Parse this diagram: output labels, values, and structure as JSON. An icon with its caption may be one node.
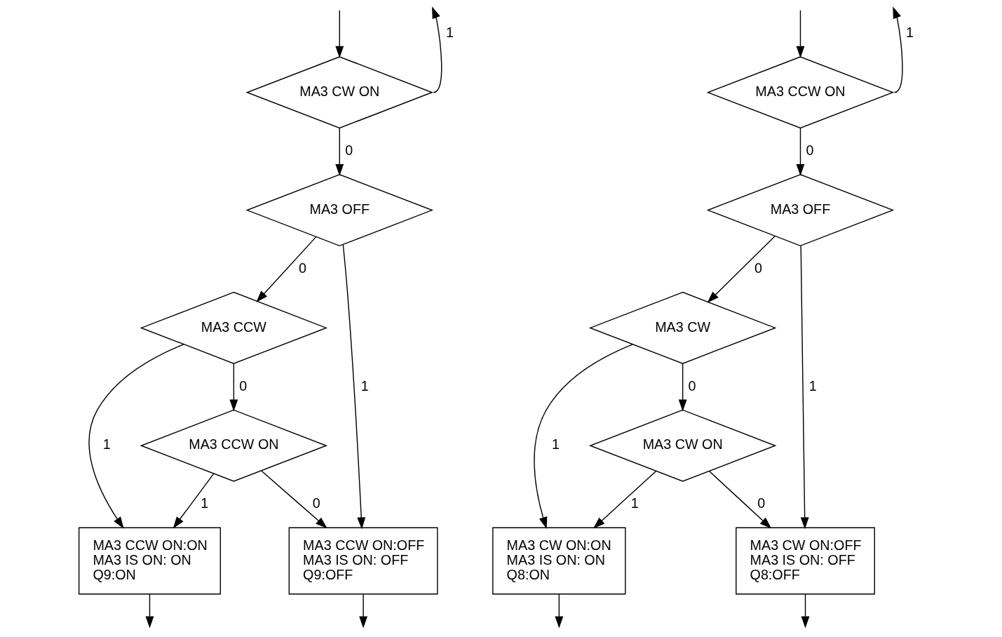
{
  "diagram": {
    "nodes": [
      {
        "text": [
          "MA3 CW ON"
        ]
      },
      {
        "text": [
          "MA3 OFF"
        ]
      },
      {
        "text": [
          "MA3 CCW"
        ]
      },
      {
        "text": [
          "MA3 CCW ON"
        ]
      },
      {
        "text": [
          "MA3 CCW ON:ON",
          "MA3 IS ON: ON",
          "Q9:ON"
        ]
      },
      {
        "text": [
          "MA3 CCW ON:OFF",
          "MA3 IS ON: OFF",
          "Q9:OFF"
        ]
      },
      {
        "text": [
          "MA3 CCW ON"
        ]
      },
      {
        "text": [
          "MA3 OFF"
        ]
      },
      {
        "text": [
          "MA3 CW"
        ]
      },
      {
        "text": [
          "MA3 CW ON"
        ]
      },
      {
        "text": [
          "MA3 CW ON:ON",
          "MA3 IS ON: ON",
          "Q8:ON"
        ]
      },
      {
        "text": [
          "MA3 CW ON:OFF",
          "MA3 IS ON: OFF",
          "Q8:OFF"
        ]
      }
    ],
    "edges": [
      {
        "from": 0,
        "to": null,
        "arrow": "to",
        "label": "1"
      },
      {
        "from": null,
        "to": 0,
        "arrow": "to"
      },
      {
        "from": 0,
        "to": 1,
        "arrow": "to",
        "label": "0"
      },
      {
        "from": 1,
        "to": 5,
        "arrow": "to",
        "label": "1"
      },
      {
        "from": 1,
        "to": 2,
        "arrow": "to",
        "label": "0"
      },
      {
        "from": 2,
        "to": 3,
        "arrow": "to",
        "label": "0"
      },
      {
        "from": 2,
        "to": 4,
        "arrow": "to",
        "label": "1"
      },
      {
        "from": 3,
        "to": 4,
        "arrow": "to",
        "label": "1"
      },
      {
        "from": 3,
        "to": 5,
        "arrow": "to",
        "label": "0"
      },
      {
        "from": 4,
        "to": null,
        "arrow": "to"
      },
      {
        "from": 5,
        "to": null,
        "arrow": "to"
      },
      {
        "from": 6,
        "to": null,
        "arrow": "to",
        "label": "1"
      },
      {
        "from": null,
        "to": 6,
        "arrow": "to"
      },
      {
        "from": 6,
        "to": 7,
        "arrow": "to",
        "label": "0"
      },
      {
        "from": 7,
        "to": 11,
        "arrow": "to",
        "label": "1"
      },
      {
        "from": 7,
        "to": 8,
        "arrow": "to",
        "label": "0"
      },
      {
        "from": 8,
        "to": 9,
        "arrow": "to",
        "label": "0"
      },
      {
        "from": 8,
        "to": 10,
        "arrow": "to",
        "label": "1"
      },
      {
        "from": 9,
        "to": 10,
        "arrow": "to",
        "label": "1"
      },
      {
        "from": 9,
        "to": 11,
        "arrow": "to",
        "label": "0"
      },
      {
        "from": 10,
        "to": null,
        "arrow": "to"
      },
      {
        "from": 11,
        "to": null,
        "arrow": "to"
      }
    ]
  }
}
